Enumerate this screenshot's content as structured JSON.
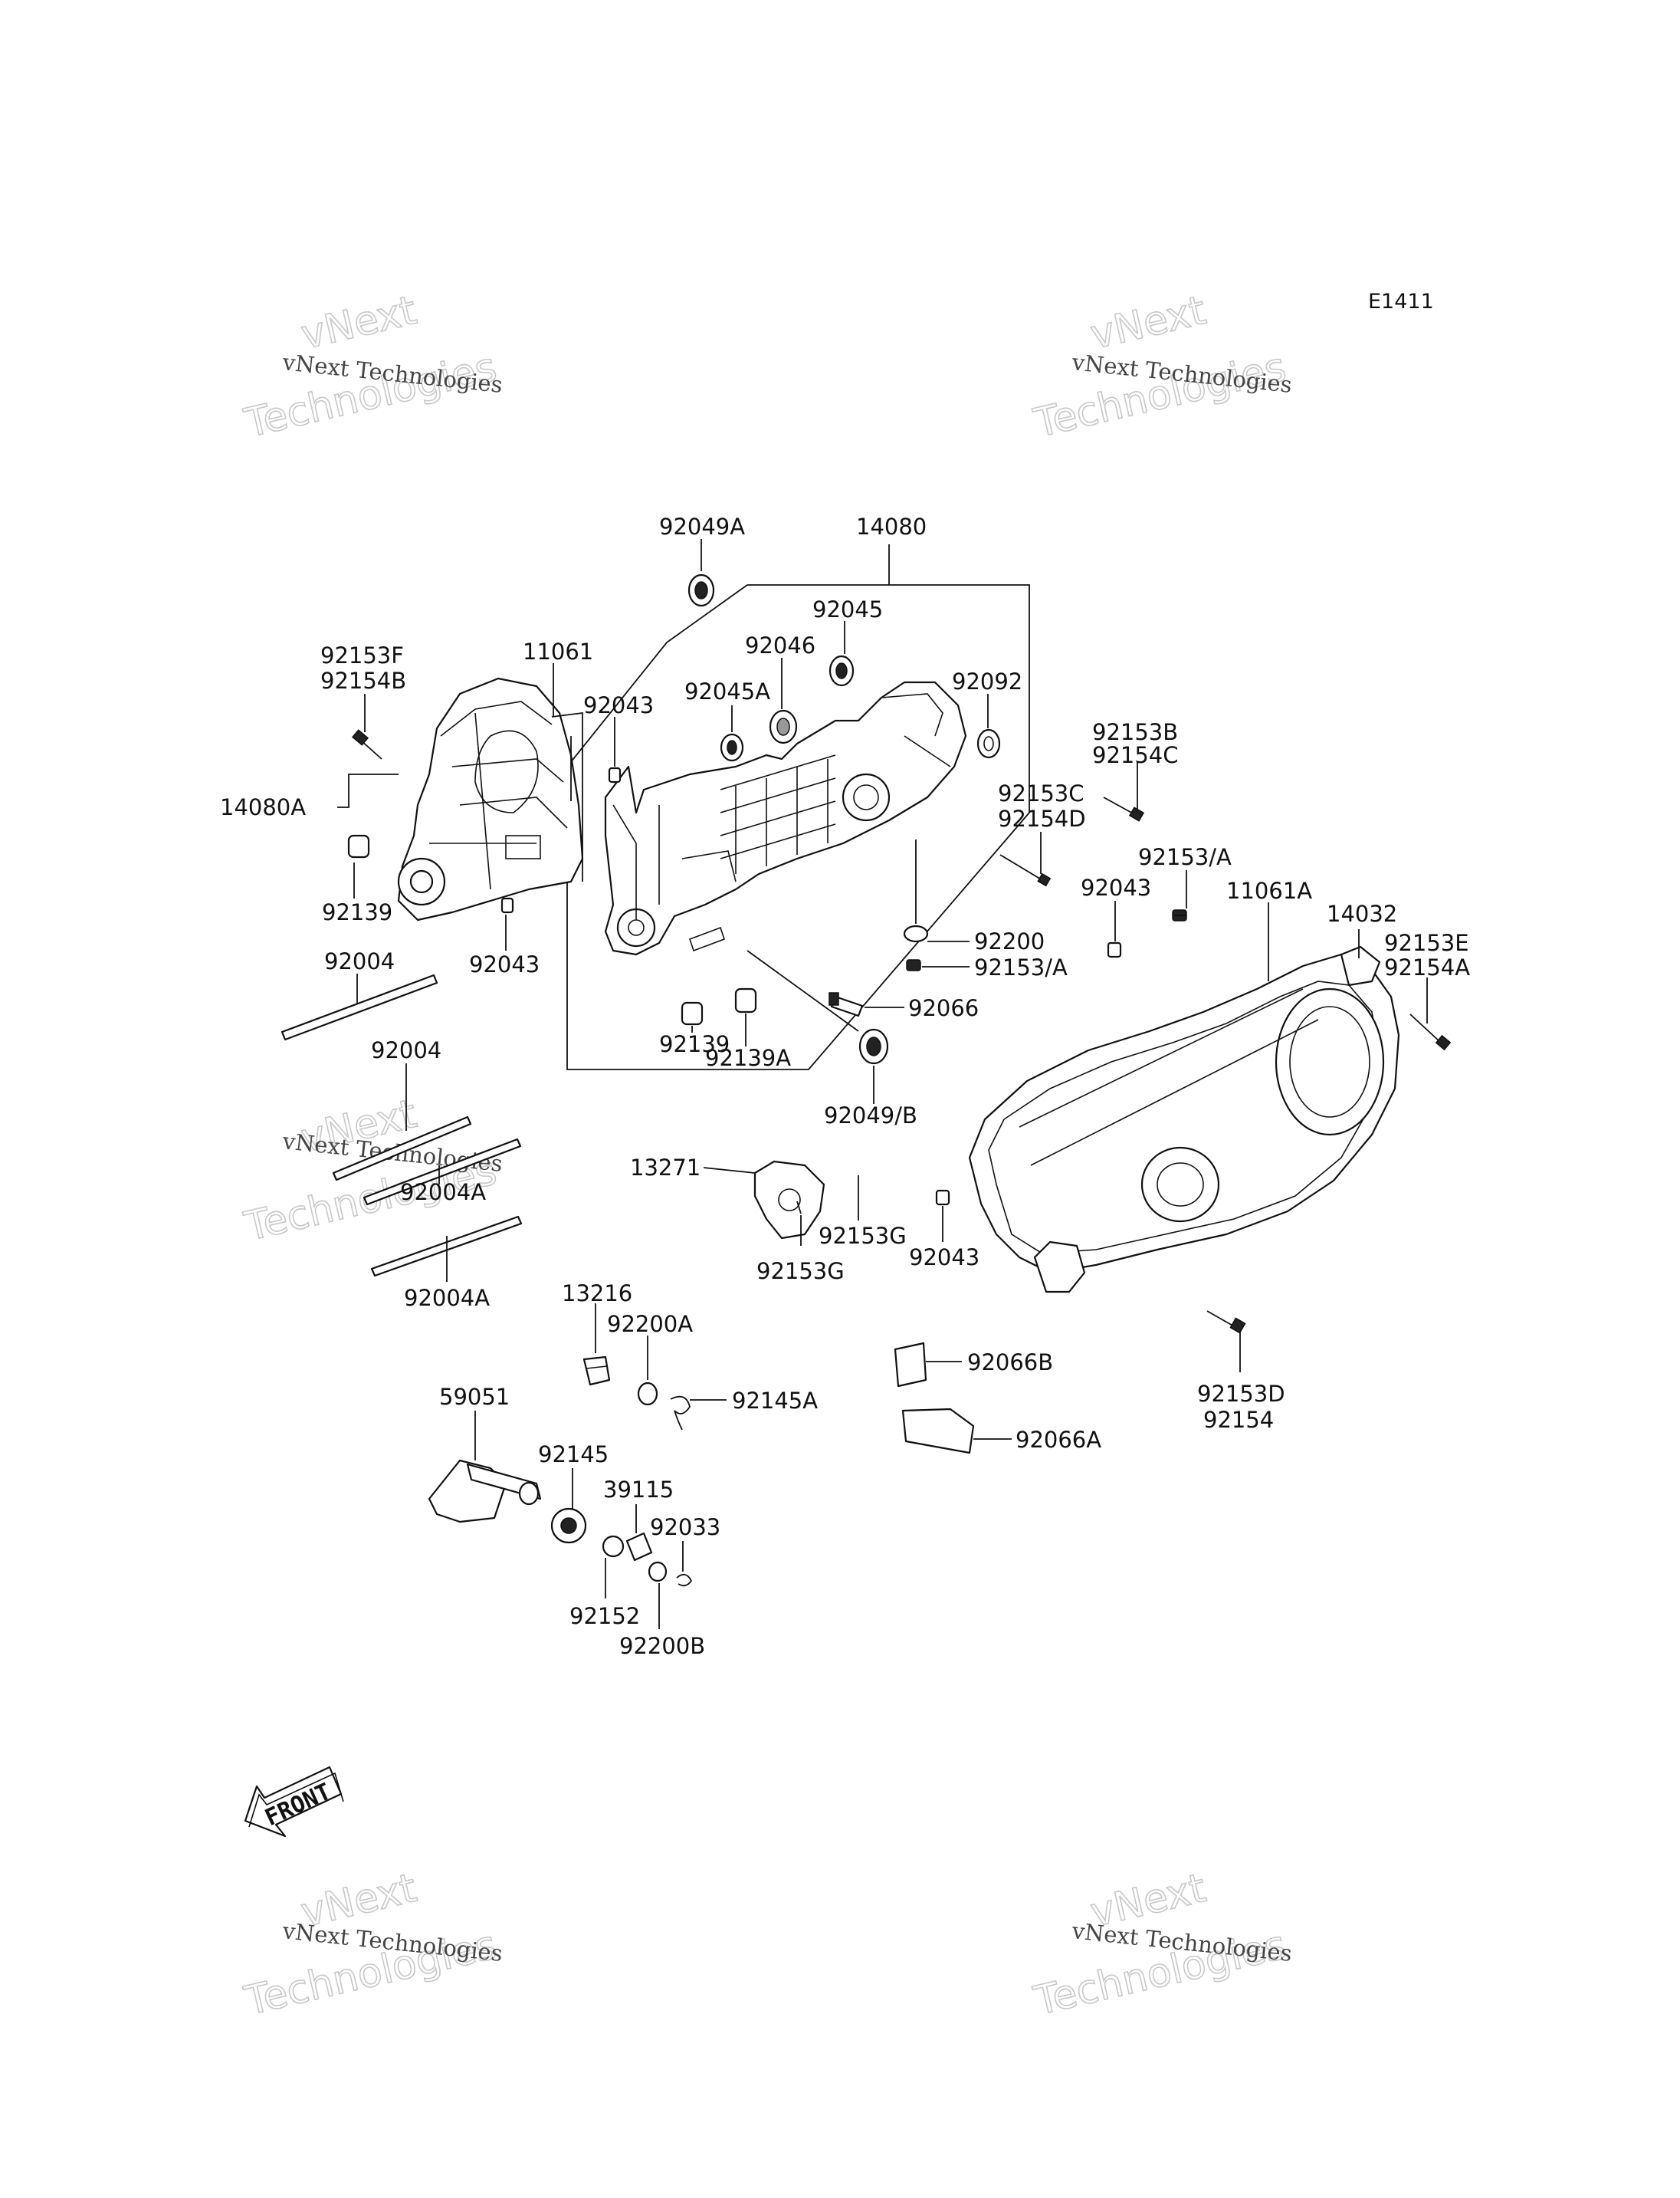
{
  "diagram_code": "E1411",
  "watermark": {
    "line_small": "vNext Technologies",
    "line_big_1": "vNext",
    "line_big_2": "Technologies"
  },
  "front_marker": "FRONT",
  "part_labels": [
    "92049A",
    "14080",
    "92045",
    "92046",
    "92045A",
    "92092",
    "11061",
    "92043",
    "92153F",
    "92154B",
    "14080A",
    "92139",
    "92043",
    "92004",
    "92153B",
    "92154C",
    "92153C",
    "92154D",
    "92153/A",
    "92043",
    "11061A",
    "14032",
    "92153E",
    "92154A",
    "92200",
    "92153/A",
    "92066",
    "92139A",
    "92139",
    "92049/B",
    "92004",
    "92004A",
    "13271",
    "92153G",
    "92153G",
    "92043",
    "92004A",
    "13216",
    "92200A",
    "92145A",
    "92066B",
    "59051",
    "92145",
    "39115",
    "92033",
    "92066A",
    "92153D",
    "92154",
    "92152",
    "92200B"
  ]
}
